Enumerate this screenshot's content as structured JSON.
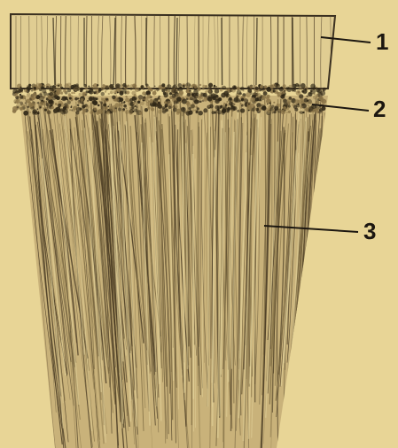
{
  "figure": {
    "labels": [
      {
        "id": "1",
        "text": "1"
      },
      {
        "id": "2",
        "text": "2"
      },
      {
        "id": "3",
        "text": "3"
      }
    ]
  },
  "colors": {
    "background": "#e8d596",
    "ink": "#1c1710",
    "tissue": "#c9b27a",
    "top_band": "#e0cd92"
  }
}
